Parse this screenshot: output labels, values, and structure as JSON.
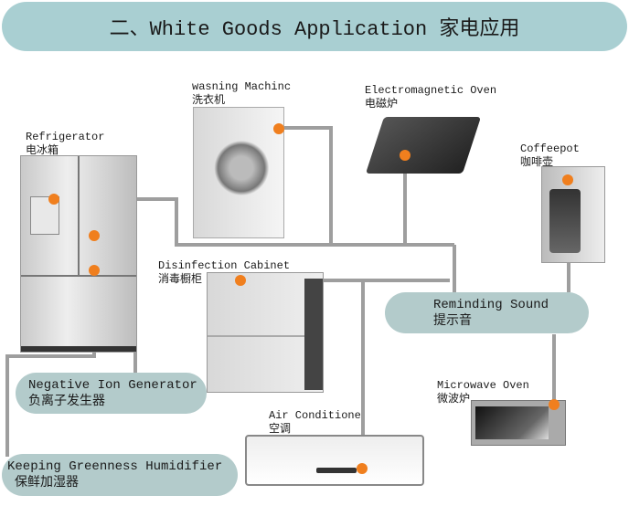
{
  "title": "二、White Goods Application 家电应用",
  "colors": {
    "title_bg": "#a9cfd2",
    "pill_bg": "#b3cbcb",
    "connector": "#9e9e9e",
    "node_dot": "#f07f1e"
  },
  "appliances": [
    {
      "id": "washing-machine",
      "en": "wasning Machinc",
      "zh": "洗衣机"
    },
    {
      "id": "electromagnetic-oven",
      "en": "Electromagnetic Oven",
      "zh": "电磁炉"
    },
    {
      "id": "refrigerator",
      "en": "Refrigerator",
      "zh": "电冰箱"
    },
    {
      "id": "coffeepot",
      "en": "Coffeepot",
      "zh": "咖啡壶"
    },
    {
      "id": "disinfection-cabinet",
      "en": "Disinfection Cabinet",
      "zh": "消毒橱柜"
    },
    {
      "id": "microwave-oven",
      "en": "Microwave Oven",
      "zh": "微波炉"
    },
    {
      "id": "air-conditioner",
      "en": "Air Conditione",
      "zh": "空调"
    }
  ],
  "functions": [
    {
      "id": "reminding-sound",
      "en": "Reminding Sound",
      "zh": "提示音"
    },
    {
      "id": "negative-ion-generator",
      "en": "Negative Ion Generator",
      "zh": "负离子发生器"
    },
    {
      "id": "keeping-greenness-humidifier",
      "en": "Keeping Greenness Humidifier",
      "zh": "保鲜加湿器"
    }
  ]
}
